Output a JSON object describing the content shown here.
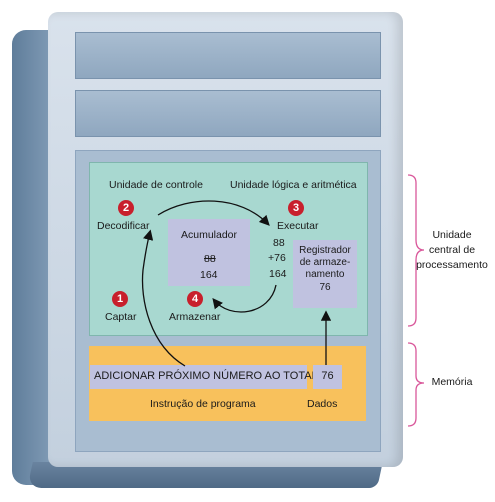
{
  "cpu": {
    "control_unit_label": "Unidade de controle",
    "alu_label": "Unidade lógica e aritmética",
    "accumulator_label": "Acumulador",
    "accumulator_old": "88",
    "accumulator_new": "164",
    "register_label_line1": "Registrador",
    "register_label_line2": "de armaze-",
    "register_label_line3": "namento",
    "register_value": "76",
    "execute_op1": "88",
    "execute_op2": "+76",
    "execute_result": "164"
  },
  "steps": [
    {
      "number": "1",
      "label": "Captar"
    },
    {
      "number": "2",
      "label": "Decodificar"
    },
    {
      "number": "3",
      "label": "Executar"
    },
    {
      "number": "4",
      "label": "Armazenar"
    }
  ],
  "memory": {
    "instruction_text": "ADICIONAR PRÓXIMO NÚMERO AO TOTAL",
    "data_value": "76",
    "instruction_caption": "Instrução de programa",
    "data_caption": "Dados"
  },
  "side_labels": {
    "cpu_line1": "Unidade",
    "cpu_line2": "central de",
    "cpu_line3": "processamento",
    "memory": "Memória"
  },
  "colors": {
    "step_badge": "#c81f2c",
    "bracket": "#d9579a",
    "cpu_panel": "#a8d8d0",
    "memory_panel": "#f8c15c",
    "register_fill": "#c0c2e0"
  }
}
